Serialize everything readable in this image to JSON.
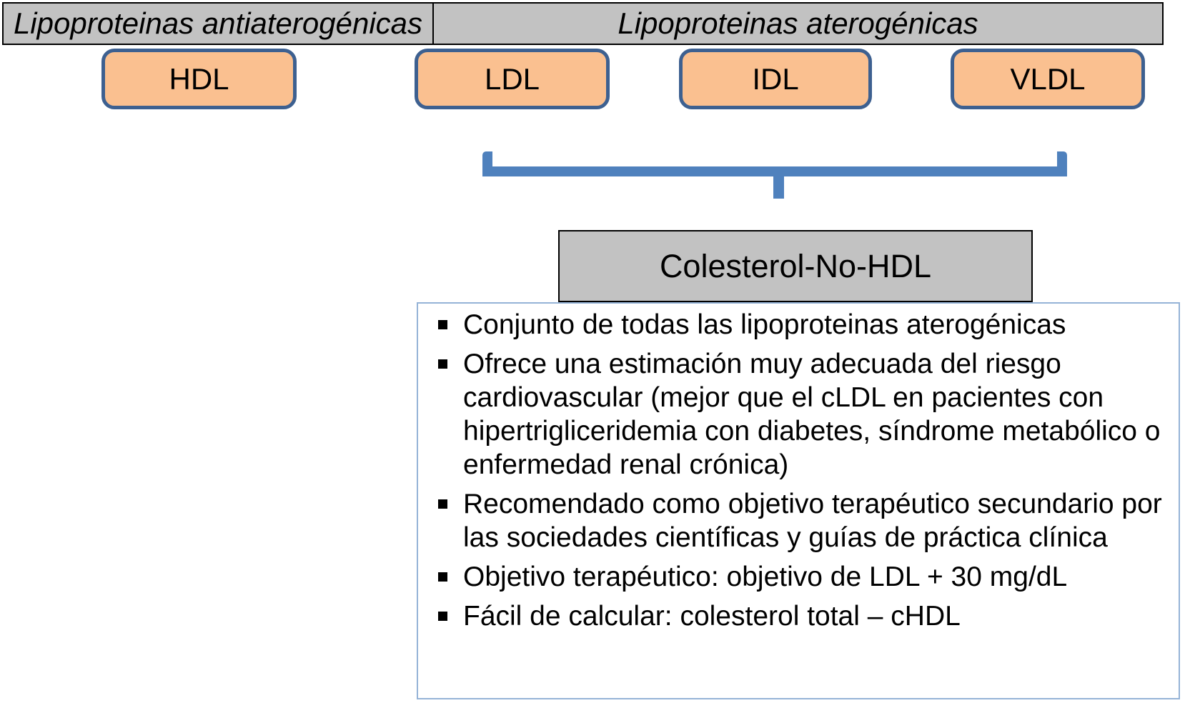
{
  "header": {
    "left_label": "Lipoproteinas antiaterogénicas",
    "right_label": "Lipoproteinas aterogénicas"
  },
  "boxes": [
    {
      "label": "HDL",
      "group": "antiaterogénicas"
    },
    {
      "label": "LDL",
      "group": "aterogénicas"
    },
    {
      "label": "IDL",
      "group": "aterogénicas"
    },
    {
      "label": "VLDL",
      "group": "aterogénicas"
    }
  ],
  "result_box": {
    "label": "Colesterol-No-HDL"
  },
  "bullets": [
    "Conjunto de todas las lipoproteinas aterogénicas",
    "Ofrece una estimación muy adecuada del riesgo cardiovascular (mejor que el cLDL en pacientes con hipertrigliceridemia con diabetes, síndrome metabólico o enfermedad renal crónica)",
    "Recomendado como objetivo terapéutico secundario por las sociedades científicas y guías de práctica clínica",
    "Objetivo terapéutico: objetivo de LDL + 30 mg/dL",
    "Fácil de calcular: colesterol total – cHDL"
  ],
  "colors": {
    "header_fill": "#C2C2C2",
    "box_fill": "#FAC090",
    "box_border": "#3D6090",
    "bracket": "#4F81BD",
    "panel_border": "#95B3D7"
  }
}
